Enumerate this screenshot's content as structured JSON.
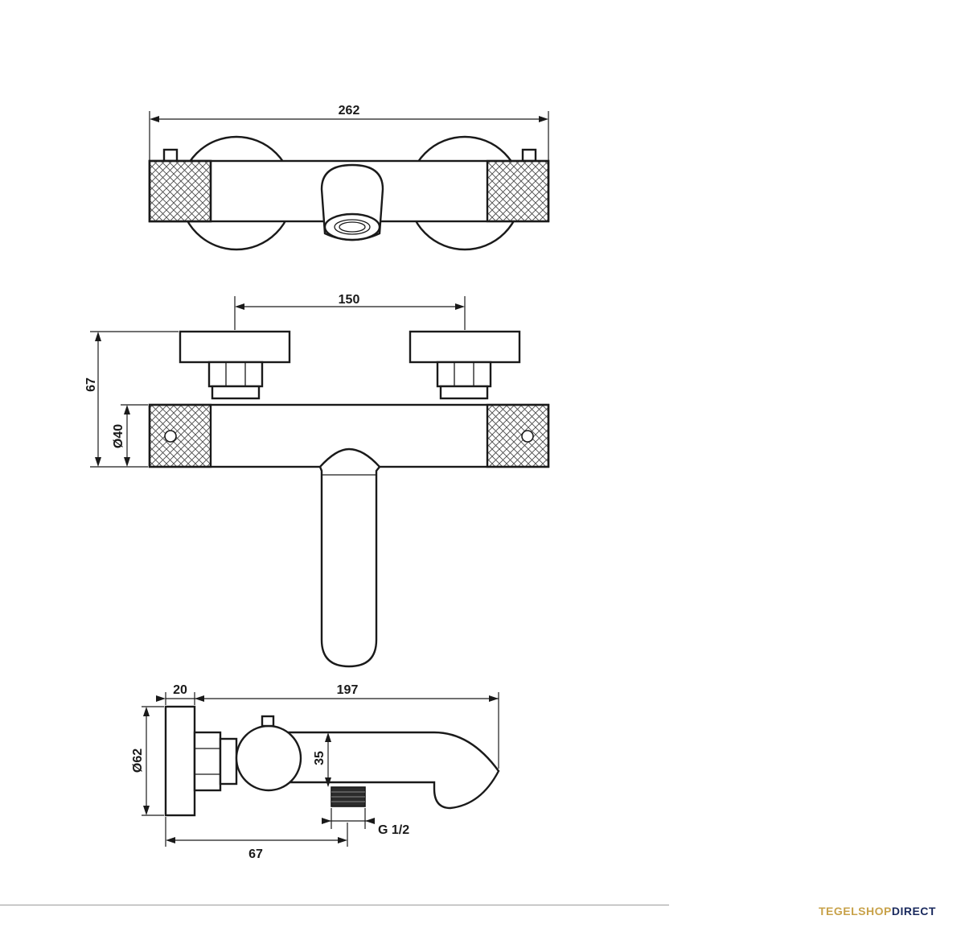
{
  "dimensions": {
    "top_width": "262",
    "front_spacing": "150",
    "front_height": "67",
    "front_diameter": "Ø40",
    "side_wall": "20",
    "side_length": "197",
    "side_diameter": "Ø62",
    "side_spout_height": "35",
    "side_depth": "67",
    "side_thread": "G 1/2"
  },
  "brand": {
    "part1": "TEGEL",
    "part2": "SHOP",
    "part3": "DIRECT",
    "color1": "#c8a24a",
    "color2": "#c8a24a",
    "color3": "#1a2a5e"
  }
}
